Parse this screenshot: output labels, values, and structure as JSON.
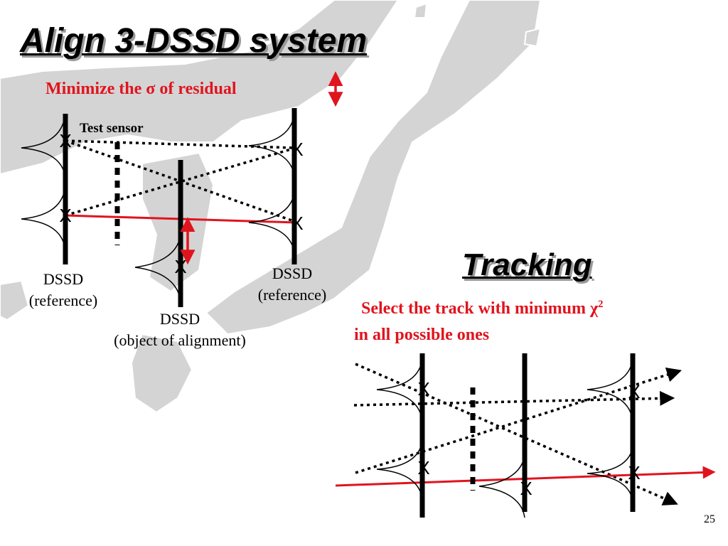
{
  "slide": {
    "title": "Align 3-DSSD system",
    "subtitle_prefix": "Minimize the ",
    "sigma": "σ",
    "subtitle_suffix": " of residual",
    "test_sensor": "Test sensor",
    "dssd_left_line1": "DSSD",
    "dssd_left_line2": "(reference)",
    "dssd_right_line1": "DSSD",
    "dssd_right_line2": "(reference)",
    "dssd_mid_line1": "DSSD",
    "dssd_mid_line2": "(object of alignment)",
    "tracking_title": "Tracking",
    "tracking_line1_prefix": "Select the track with minimum ",
    "chi": "χ",
    "chi_exp": "2",
    "tracking_line2": "in all possible ones",
    "hit_marker": "X",
    "page_number": "25"
  },
  "colors": {
    "accent_red": "#e0141e",
    "map_gray": "#d4d4d4"
  }
}
